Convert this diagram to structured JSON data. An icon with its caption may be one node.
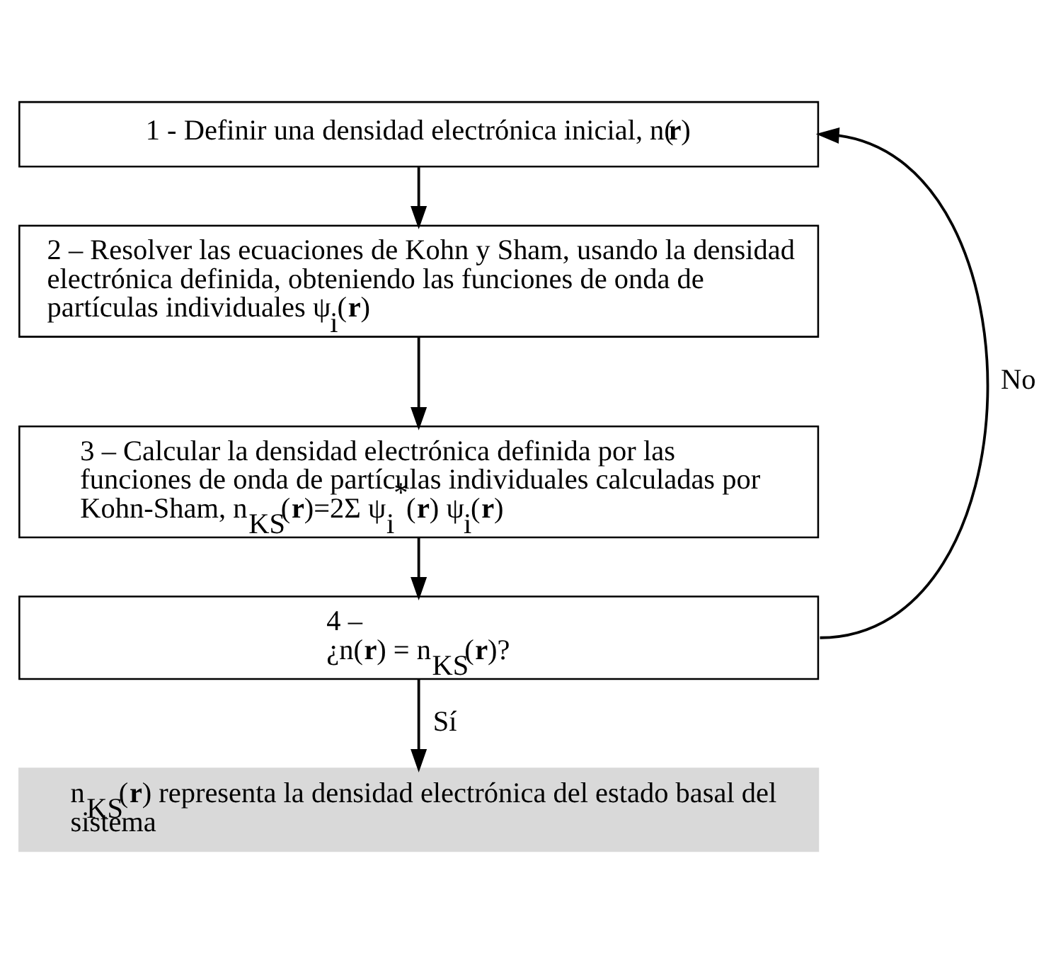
{
  "diagram": {
    "nodes": [
      {
        "text": [
          "1 - Definir una densidad electrónica inicial, n(**r**)"
        ]
      },
      {
        "text": [
          "2 – Resolver las ecuaciones de Kohn y Sham, usando la densidad electrónica definida, obteniendo las funciones de onda de partículas individuales ψ$_{i}$(**r**)"
        ]
      },
      {
        "text": [
          "3 – Calcular la densidad electrónica definida por las funciones de onda de partículas individuales calculadas por Kohn-Sham, n$_{KS}$(**r**)=2Σ ψ$_{i}$$^{*}$(**r**) ψ$_{i}$(**r**)"
        ]
      },
      {
        "text": [
          "4 –",
          "¿n(**r**) = n$_{KS}$(**r**)?"
        ]
      },
      {
        "text": [
          "n$_{KS}$(**r**) representa la densidad electrónica del estado basal del sistema"
        ]
      }
    ],
    "edges": [
      {
        "from": 0,
        "to": 1,
        "arrow": "to"
      },
      {
        "from": 1,
        "to": 2,
        "arrow": "to"
      },
      {
        "from": 2,
        "to": 3,
        "arrow": "to"
      },
      {
        "from": 3,
        "to": 4,
        "arrow": "to",
        "label": "Sí"
      },
      {
        "from": 3,
        "to": 0,
        "arrow": "to",
        "label": "No"
      }
    ]
  }
}
